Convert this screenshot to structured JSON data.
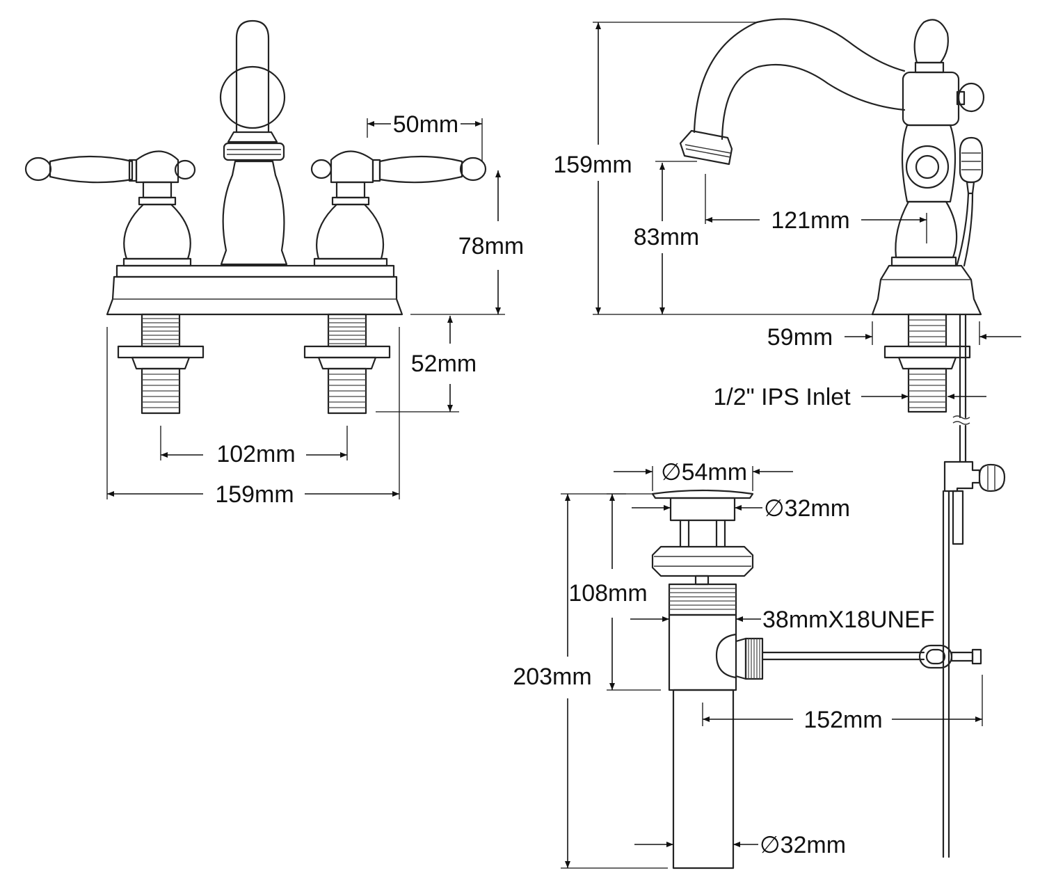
{
  "colors": {
    "line": "#222222",
    "text": "#111111",
    "background": "#ffffff"
  },
  "front_view": {
    "spread_width": "50mm",
    "handle_height": "78mm",
    "shank_length": "52mm",
    "center_spacing": "102mm",
    "overall_width": "159mm"
  },
  "side_view": {
    "overall_height": "159mm",
    "spout_height": "83mm",
    "spout_reach": "121mm",
    "base_depth": "59mm",
    "inlet": "1/2\" IPS Inlet"
  },
  "drain_view": {
    "flange_diameter": "∅54mm",
    "stopper_diameter": "∅32mm",
    "body_length": "108mm",
    "thread_spec": "38mmX18UNEF",
    "overall_length": "203mm",
    "pivot_rod_length": "152mm",
    "tailpiece_diameter": "∅32mm"
  }
}
